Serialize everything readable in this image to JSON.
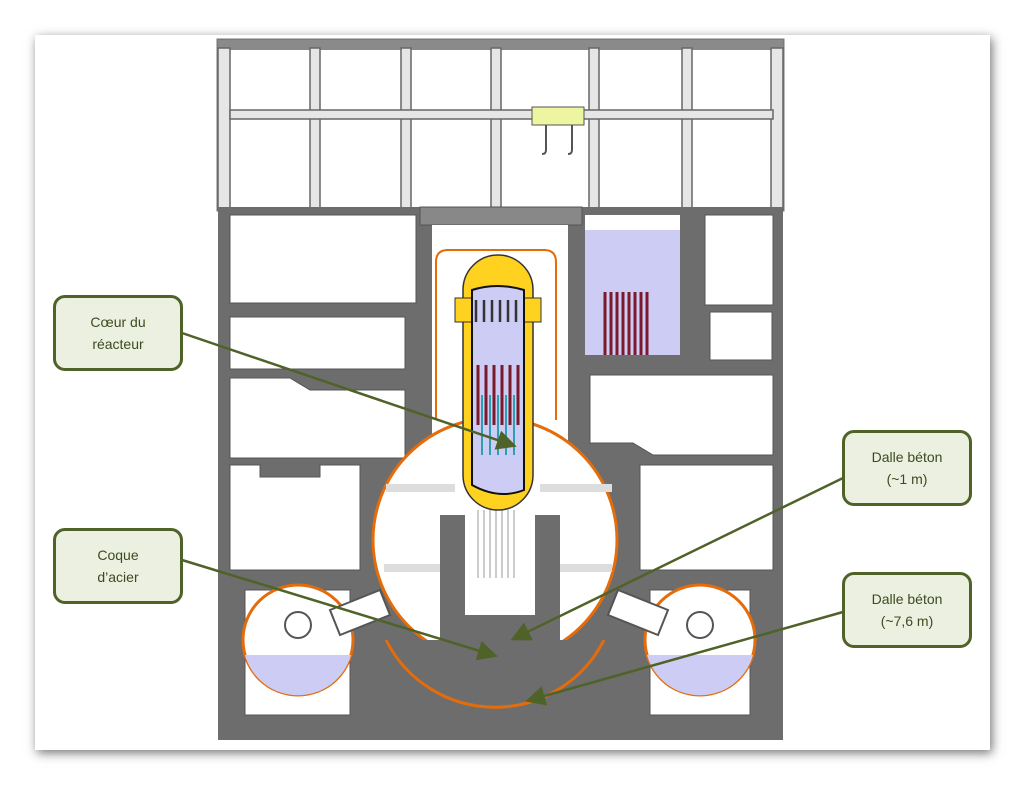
{
  "callouts": {
    "core": {
      "line1": "Cœur du",
      "line2": "réacteur"
    },
    "shell": {
      "line1": "Coque",
      "line2": "d’acier"
    },
    "slab_thin": {
      "line1": "Dalle béton",
      "line2": "(~1 m)"
    },
    "slab_thick": {
      "line1": "Dalle béton",
      "line2": "(~7,6 m)"
    }
  },
  "colors": {
    "concrete": "#6d6d6d",
    "steel_shell": "#e46c0a",
    "water": "#ccccf5",
    "vessel": "#ffd21f",
    "arrow": "#4f6228",
    "rods": "#7a1a2a",
    "fuel": "#2aa0b0"
  }
}
